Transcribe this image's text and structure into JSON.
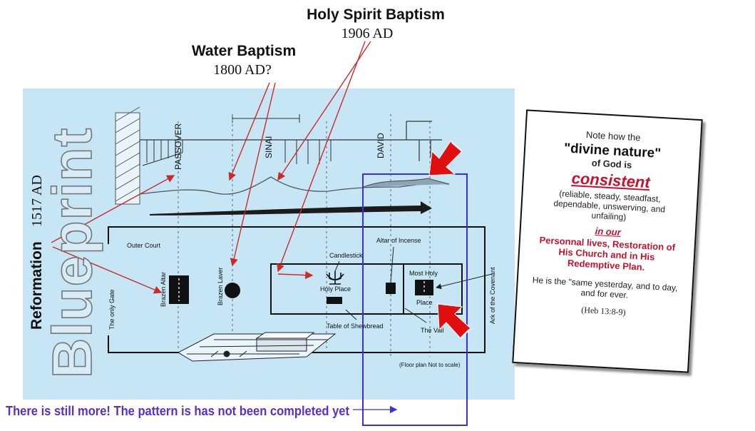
{
  "top_labels": {
    "holy_spirit_title": "Holy Spirit Baptism",
    "holy_spirit_year": "1906 AD",
    "water_title": "Water Baptism",
    "water_year": "1800 AD?"
  },
  "side": {
    "blueprint": "Blueprint",
    "reformation": "Reformation",
    "reformation_year": "1517 AD"
  },
  "timeline": {
    "labels": [
      "PASSOVER",
      "SINAI",
      "DAVID"
    ]
  },
  "floorplan": {
    "outer_court": "Outer Court",
    "only_gate": "The only Gate",
    "brazen_altar": "Brazen Altar",
    "brazen_laver": "Brazen Laver",
    "candlestick": "Candlestick",
    "holy_place": "Holy Place",
    "table_shewbread": "Table of Shewbread",
    "altar_incense": "Altar of Incense",
    "most_holy": "Most Holy",
    "place": "Place",
    "the_vail": "The Vail",
    "ark": "Ark of the Covenant",
    "note": "(Floor plan Not to scale)"
  },
  "bottom_note": "There is still more! The pattern is has not been completed yet",
  "card": {
    "line1": "Note how the",
    "line2": "\"divine nature\"",
    "line3": "of God is",
    "line4": "consistent",
    "line5": "(reliable, steady, steadfast, dependable, unswerving, and unfailing)",
    "line6": "in our",
    "line7": "Personnal lives, Restoration of His Church and in His Redemptive Plan.",
    "line8": "He is the \"same yesterday, and to day, and for ever.",
    "line9": "(Heb 13:8-9)"
  },
  "colors": {
    "panel": "#c6e6f5",
    "blue_box": "#3b2fd6",
    "arrow_red": "#cc2a2a",
    "big_red": "#e01010",
    "card_red": "#c8102e",
    "bottom_text": "#5a2ec7"
  }
}
